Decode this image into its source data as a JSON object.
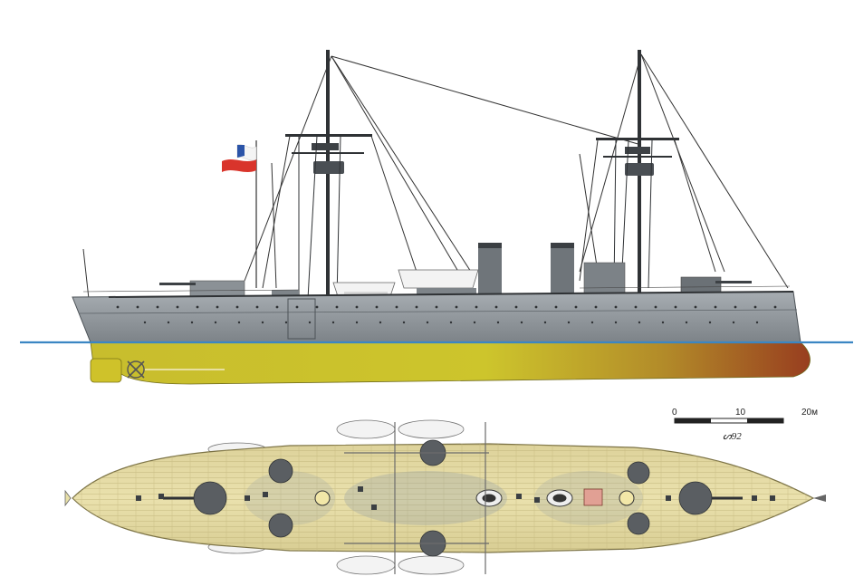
{
  "scale_bar": {
    "ticks": [
      "0",
      "10",
      "20м"
    ],
    "signature": "ᔕ92"
  },
  "colors": {
    "hull_side": "#8f959b",
    "hull_dark": "#5e6469",
    "underwater": "#c9c12c",
    "underwater_rust": "#9a4a22",
    "waterline": "#3b86c3",
    "deck_wood": "#e3d9a0",
    "turret": "#5a5e62",
    "flag_red": "#d9342b",
    "flag_white": "#f4f4f4",
    "flag_blue": "#2b54a8"
  }
}
